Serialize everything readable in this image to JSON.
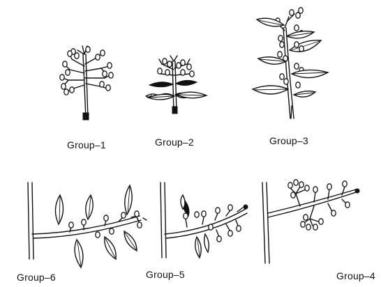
{
  "figure": {
    "groups": [
      {
        "id": "group-1",
        "label": "Group–1"
      },
      {
        "id": "group-2",
        "label": "Group–2"
      },
      {
        "id": "group-3",
        "label": "Group–3"
      },
      {
        "id": "group-6",
        "label": "Group–6"
      },
      {
        "id": "group-5",
        "label": "Group–5"
      },
      {
        "id": "group-4",
        "label": "Group–4"
      }
    ]
  }
}
